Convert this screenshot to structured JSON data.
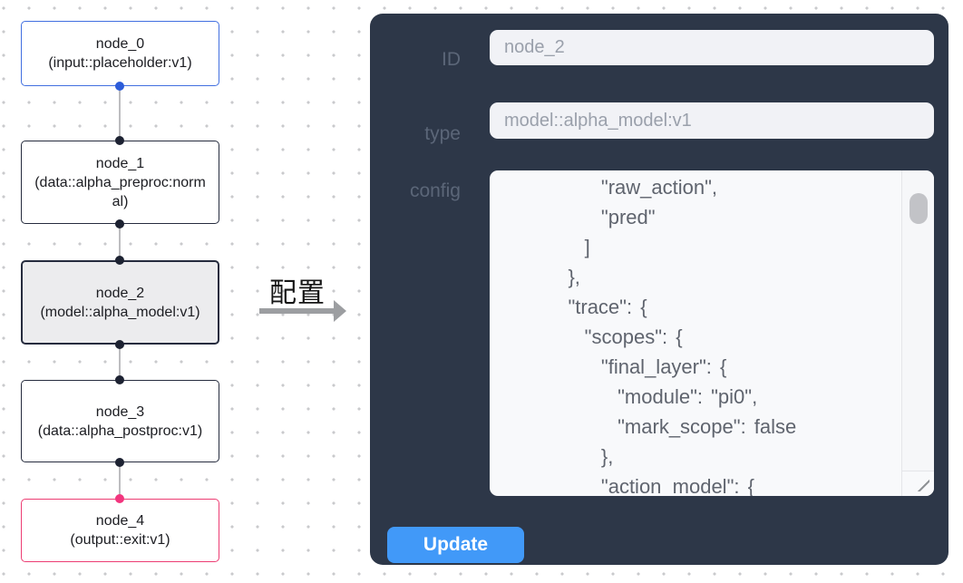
{
  "canvas": {
    "nodes": [
      {
        "id": "node_0",
        "type": "(input::placeholder:v1)",
        "variant": "input"
      },
      {
        "id": "node_1",
        "type": "(data::alpha_preproc:normal)",
        "variant": "default"
      },
      {
        "id": "node_2",
        "type": "(model::alpha_model:v1)",
        "variant": "selected"
      },
      {
        "id": "node_3",
        "type": "(data::alpha_postproc:v1)",
        "variant": "default"
      },
      {
        "id": "node_4",
        "type": "(output::exit:v1)",
        "variant": "output"
      }
    ]
  },
  "annotation": {
    "label": "配置"
  },
  "panel": {
    "id_label": "ID",
    "id_value": "node_2",
    "type_label": "type",
    "type_value": "model::alpha_model:v1",
    "config_label": "config",
    "config_value": "        \"raw_action\",\n        \"pred\"\n      ]\n    },\n    \"trace\": {\n      \"scopes\": {\n        \"final_layer\": {\n          \"module\": \"pi0\",\n          \"mark_scope\": false\n        },\n        \"action_model\": {",
    "update_label": "Update"
  },
  "colors": {
    "panel_bg": "#2d3748",
    "accent_blue": "#4199f8",
    "node_default_border": "#262c3e",
    "node_input_border": "#4270e0",
    "node_output_border": "#ec3d73",
    "port_blue": "#2c5cd9",
    "port_pink": "#f2357e"
  }
}
